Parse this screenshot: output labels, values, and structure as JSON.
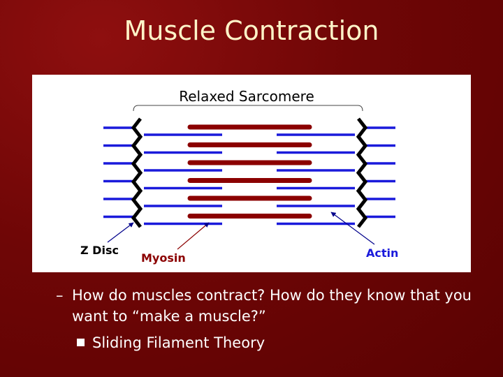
{
  "slide": {
    "title": "Muscle Contraction",
    "background_color": "#6f0606",
    "title_color": "#fdf3c8"
  },
  "diagram": {
    "heading": "Relaxed Sarcomere",
    "labels": {
      "z_disc": "Z Disc",
      "myosin": "Myosin",
      "actin": "Actin"
    },
    "colors": {
      "z_disc": "#000000",
      "myosin": "#8b0000",
      "actin": "#1a1adb",
      "arrow": "#00008b"
    },
    "filament_rows": 6
  },
  "bullets": {
    "level1_marker": "–",
    "level1": "How do muscles contract? How do they know that you want to “make a muscle?”",
    "level2": "Sliding Filament Theory"
  }
}
